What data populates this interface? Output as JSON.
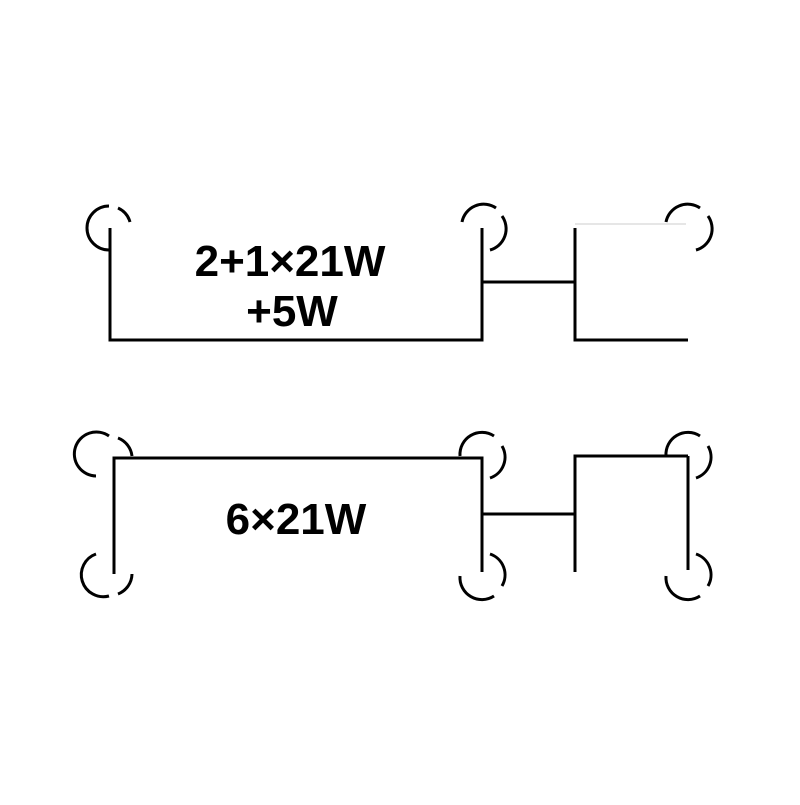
{
  "diagram": {
    "line_color": "#000000",
    "background": "#ffffff",
    "top_panel": {
      "label_line1": "2+1×21W",
      "label_line2": "+5W"
    },
    "bottom_panel": {
      "label": "6×21W"
    }
  }
}
